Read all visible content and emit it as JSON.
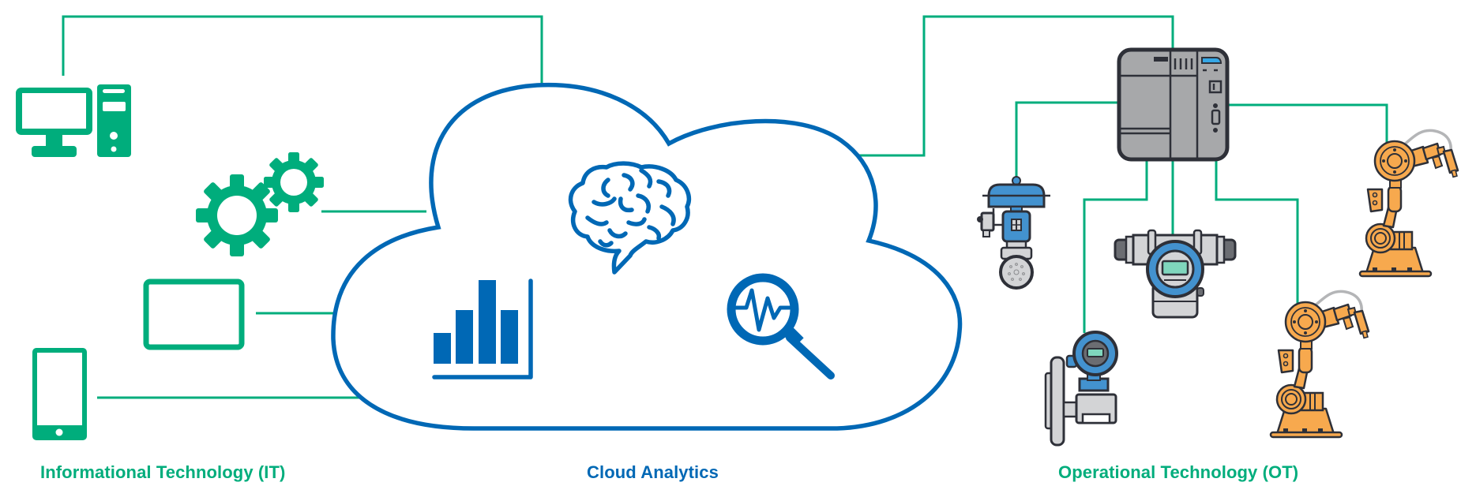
{
  "diagram": {
    "title": "IT / Cloud Analytics / OT architecture",
    "colors": {
      "it_green": "#00ad7c",
      "cloud_blue": "#0068b5",
      "device_blue": "#4392cf",
      "device_gray": "#a7a8aa",
      "device_light_gray": "#d3d4d6",
      "device_outline": "#2e3038",
      "robot_orange": "#f7a94e",
      "display_teal": "#7fd6bd",
      "plc_display_blue": "#35a7e6"
    },
    "sections": {
      "it": {
        "label": "Informational Technology (IT)",
        "devices": [
          {
            "name": "Desktop computer",
            "icon": "desktop-computer-icon"
          },
          {
            "name": "Software / processes",
            "icon": "gears-icon"
          },
          {
            "name": "Tablet",
            "icon": "tablet-icon"
          },
          {
            "name": "Smartphone",
            "icon": "smartphone-icon"
          }
        ]
      },
      "cloud": {
        "label": "Cloud Analytics",
        "icons": [
          {
            "name": "Bar chart",
            "icon": "bar-chart-icon",
            "bar_levels": [
              0.43,
              0.67,
              0.92,
              0.67
            ]
          },
          {
            "name": "Machine intelligence",
            "icon": "brain-icon"
          },
          {
            "name": "Signal analysis",
            "icon": "magnifier-waveform-icon"
          }
        ]
      },
      "ot": {
        "label": "Operational Technology (OT)",
        "devices": [
          {
            "name": "PLC controller",
            "icon": "plc-icon"
          },
          {
            "name": "Control valve",
            "icon": "control-valve-icon"
          },
          {
            "name": "Pressure transmitter",
            "icon": "pressure-transmitter-icon"
          },
          {
            "name": "Flow meter",
            "icon": "flow-meter-icon"
          },
          {
            "name": "Robotic arm 1",
            "icon": "robot-arm-icon"
          },
          {
            "name": "Robotic arm 2",
            "icon": "robot-arm-icon"
          }
        ]
      }
    },
    "connections": [
      {
        "from": "desktop",
        "to": "cloud"
      },
      {
        "from": "gears",
        "to": "cloud"
      },
      {
        "from": "tablet",
        "to": "cloud"
      },
      {
        "from": "smartphone",
        "to": "cloud"
      },
      {
        "from": "cloud",
        "to": "plc"
      },
      {
        "from": "plc",
        "to": "control-valve"
      },
      {
        "from": "plc",
        "to": "robot-arm-1"
      },
      {
        "from": "plc",
        "to": "flow-meter"
      },
      {
        "from": "plc",
        "to": "pressure-transmitter"
      },
      {
        "from": "plc",
        "to": "robot-arm-2"
      }
    ]
  }
}
